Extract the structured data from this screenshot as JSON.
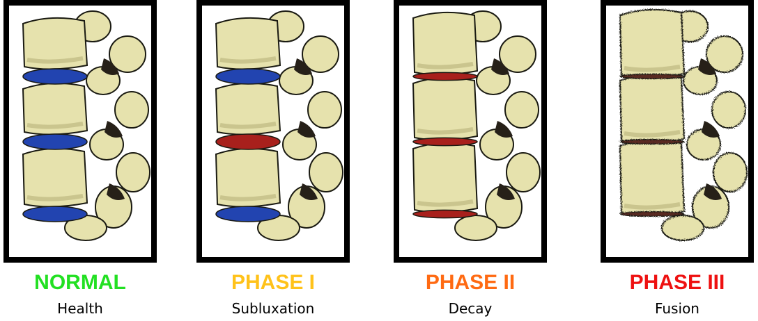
{
  "panels": [
    {
      "phase": "NORMAL",
      "description": "Health",
      "phase_color": "#22e022",
      "disc_color": "#2244b0",
      "disc_thickness": 1.0,
      "degeneration": 0
    },
    {
      "phase": "PHASE I",
      "description": "Subluxation",
      "phase_color": "#ffc21a",
      "disc_color": "mixed",
      "disc_thickness": 1.0,
      "degeneration": 1
    },
    {
      "phase": "PHASE II",
      "description": "Decay",
      "phase_color": "#ff6a12",
      "disc_color": "#a8201c",
      "disc_thickness": 0.4,
      "degeneration": 2
    },
    {
      "phase": "PHASE III",
      "description": "Fusion",
      "phase_color": "#ee1111",
      "disc_color": "#5a2a20",
      "disc_thickness": 0.15,
      "degeneration": 3
    }
  ],
  "colors": {
    "bone": "#e6e2ad",
    "bone_shadow": "#b8b27a",
    "outline": "#1a1a12",
    "healthy_disc": "#2244b0",
    "inflamed_disc": "#a8201c"
  }
}
